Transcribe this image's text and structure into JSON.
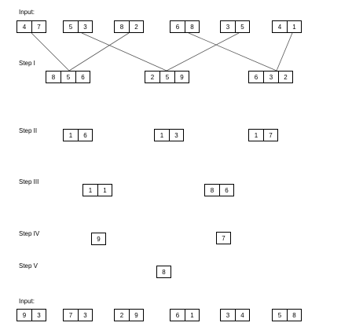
{
  "labels": {
    "input_top": "Input:",
    "step1": "Step I",
    "step2": "Step II",
    "step3": "Step III",
    "step4": "Step IV",
    "step5": "Step V",
    "input_bottom": "Input:"
  },
  "input_top": [
    [
      "4",
      "7"
    ],
    [
      "5",
      "3"
    ],
    [
      "8",
      "2"
    ],
    [
      "6",
      "8"
    ],
    [
      "3",
      "5"
    ],
    [
      "4",
      "1"
    ]
  ],
  "step1": [
    [
      "8",
      "5",
      "6"
    ],
    [
      "2",
      "5",
      "9"
    ],
    [
      "6",
      "3",
      "2"
    ]
  ],
  "step2": [
    [
      "1",
      "6"
    ],
    [
      "1",
      "3"
    ],
    [
      "1",
      "7"
    ]
  ],
  "step3": [
    [
      "1",
      "1"
    ],
    [
      "8",
      "6"
    ]
  ],
  "step4": [
    [
      "9"
    ],
    [
      "7"
    ]
  ],
  "step5": [
    [
      "8"
    ]
  ],
  "input_bottom": [
    [
      "9",
      "3"
    ],
    [
      "7",
      "3"
    ],
    [
      "2",
      "9"
    ],
    [
      "6",
      "1"
    ],
    [
      "3",
      "4"
    ],
    [
      "5",
      "8"
    ]
  ]
}
